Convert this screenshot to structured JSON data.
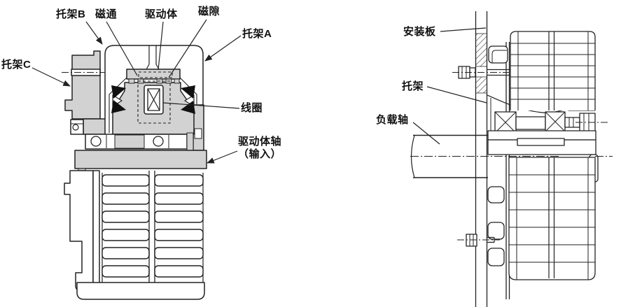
{
  "figure": {
    "background_color": "#ffffff",
    "line_color": "#222222",
    "section_fill_color": "#d2d2d2"
  },
  "left_diagram": {
    "labels": {
      "bracket_b": "托架B",
      "magnetic_flux": "磁通",
      "drive_body": "驱动体",
      "magnetic_gap": "磁隙",
      "bracket_a": "托架A",
      "bracket_c": "托架C",
      "coil": "线圈",
      "drive_shaft_line1": "驱动体轴",
      "drive_shaft_line2": "（输入）"
    }
  },
  "right_diagram": {
    "labels": {
      "mounting_plate": "安装板",
      "bracket": "托架",
      "load_shaft": "负载轴"
    }
  }
}
